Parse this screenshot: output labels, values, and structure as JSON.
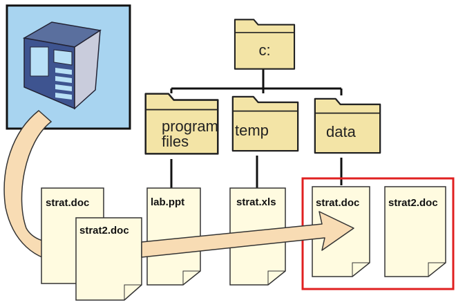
{
  "colors": {
    "folder_fill": "#f3e4a6",
    "folder_stroke": "#222222",
    "document_fill": "#fffbe0",
    "arrow_fill": "#f8dcb4",
    "selection_box": "#e02020",
    "server_background": "#a8d4f0"
  },
  "icons": {
    "server": "server-tower-icon",
    "folder": "folder-icon",
    "document": "document-icon",
    "arrow": "curved-arrow-icon"
  },
  "folders": {
    "root": "c:",
    "program_files_line1": "program",
    "program_files_line2": "files",
    "temp": "temp",
    "data": "data"
  },
  "files": {
    "lab_ppt": "lab.ppt",
    "strat_xls": "strat.xls",
    "data_strat_doc": "strat.doc",
    "data_strat2_doc": "strat2.doc",
    "client_strat_doc": "strat.doc",
    "client_strat2_doc": "strat2.doc"
  }
}
